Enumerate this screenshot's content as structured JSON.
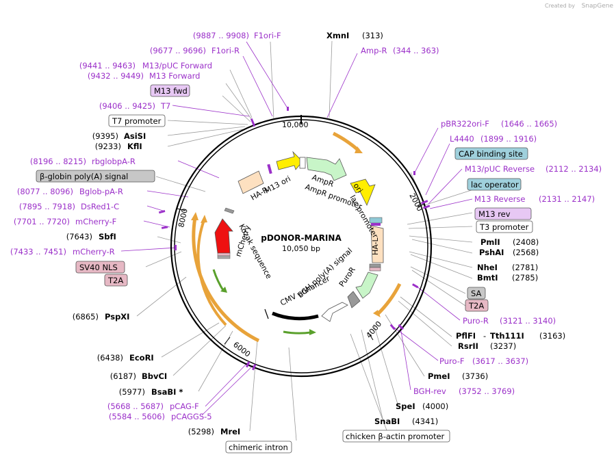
{
  "brand": {
    "created_by": "Created by",
    "name": "SnapGene"
  },
  "plasmid": {
    "name": "pDONOR-MARINA",
    "size": "10,050 bp"
  },
  "ticks": [
    "10,000",
    "2000",
    "4000",
    "6000",
    "8000"
  ],
  "inner_labels": {
    "m13_ori": "M13 ori",
    "ha_r": "HA-R",
    "ampr": "AmpR",
    "ampr_promoter": "AmpR promoter",
    "ori": "ori",
    "lac_promoter": "lac promoter",
    "ha_l": "HA-L",
    "bgh": "bGH poly(A) signal",
    "puror": "PuroR",
    "cmv": "CMV enhancer",
    "kozak": "Kozak sequence",
    "mcherry": "mCherry"
  },
  "labels": {
    "f1ori_f_range": "(9887 .. 9908)",
    "f1ori_f": "F1ori-F",
    "xmni": "XmnI",
    "xmni_pos": "(313)",
    "amp_r": "Amp-R",
    "amp_r_range": "(344 .. 363)",
    "f1ori_r_range": "(9677 .. 9696)",
    "f1ori_r": "F1ori-R",
    "m13puc_fwd_range": "(9441 .. 9463)",
    "m13puc_fwd": "M13/pUC Forward",
    "m13_fwd_range": "(9432 .. 9449)",
    "m13_fwd": "M13 Forward",
    "m13fwd_box": "M13 fwd",
    "t7_range": "(9406 .. 9425)",
    "t7": "T7",
    "t7_promoter": "T7 promoter",
    "asisi_pos": "(9395)",
    "asisi": "AsiSI",
    "kfli_pos": "(9233)",
    "kfli": "KflI",
    "rbglobpa_r_range": "(8196 .. 8215)",
    "rbglobpa_r": "rbglobpA-R",
    "bglobin": "β-globin poly(A) signal",
    "bglob_pa_r_range": "(8077 .. 8096)",
    "bglob_pa_r": "Bglob-pA-R",
    "dsred1_c_range": "(7895 .. 7918)",
    "dsred1_c": "DsRed1-C",
    "mcherry_f_range": "(7701 .. 7720)",
    "mcherry_f": "mCherry-F",
    "sbfi_pos": "(7643)",
    "sbfi": "SbfI",
    "mcherry_r_range": "(7433 .. 7451)",
    "mcherry_r": "mCherry-R",
    "sv40_nls": "SV40 NLS",
    "t2a_left": "T2A",
    "pspxi_pos": "(6865)",
    "pspxi": "PspXI",
    "ecori_pos": "(6438)",
    "ecori": "EcoRI",
    "bbvci_pos": "(6187)",
    "bbvci": "BbvCI",
    "bsabi_pos": "(5977)",
    "bsabi": "BsaBI *",
    "pcag_f_range": "(5668 .. 5687)",
    "pcag_f": "pCAG-F",
    "pcaggs5_range": "(5584 .. 5606)",
    "pcaggs5": "pCAGGS-5",
    "mrei_pos": "(5298)",
    "mrei": "MreI",
    "chimeric_intron": "chimeric intron",
    "pbr322_f": "pBR322ori-F",
    "pbr322_f_range": "(1646 .. 1665)",
    "l4440": "L4440",
    "l4440_range": "(1899 .. 1916)",
    "cap_site": "CAP binding site",
    "m13puc_rev": "M13/pUC Reverse",
    "m13puc_rev_range": "(2112 .. 2134)",
    "lac_operator": "lac operator",
    "m13_reverse": "M13 Reverse",
    "m13_reverse_range": "(2131 .. 2147)",
    "m13rev_box": "M13 rev",
    "t3_promoter": "T3 promoter",
    "pmli": "PmlI",
    "pmli_pos": "(2408)",
    "pshai": "PshAI",
    "pshai_pos": "(2568)",
    "nhei": "NheI",
    "nhei_pos": "(2781)",
    "bmti": "BmtI",
    "bmti_pos": "(2785)",
    "sa": "SA",
    "t2a_right": "T2A",
    "puro_r": "Puro-R",
    "puro_r_range": "(3121 .. 3140)",
    "pflfi": "PflFI",
    "dash": "-",
    "tth111i": "Tth111I",
    "tth111i_pos": "(3163)",
    "rsrii": "RsrII",
    "rsrii_pos": "(3237)",
    "puro_f": "Puro-F",
    "puro_f_range": "(3617 .. 3637)",
    "pmei": "PmeI",
    "pmei_pos": "(3736)",
    "bgh_rev": "BGH-rev",
    "bgh_rev_range": "(3752 .. 3769)",
    "spei": "SpeI",
    "spei_pos": "(4000)",
    "snabi": "SnaBI",
    "snabi_pos": "(4341)",
    "chicken_actin": "chicken β-actin promoter"
  },
  "colors": {
    "primer": "#9b30c9",
    "enzyme": "#000000",
    "orange_arrow": "#e8a33a",
    "green_arrow": "#5aa02c"
  }
}
